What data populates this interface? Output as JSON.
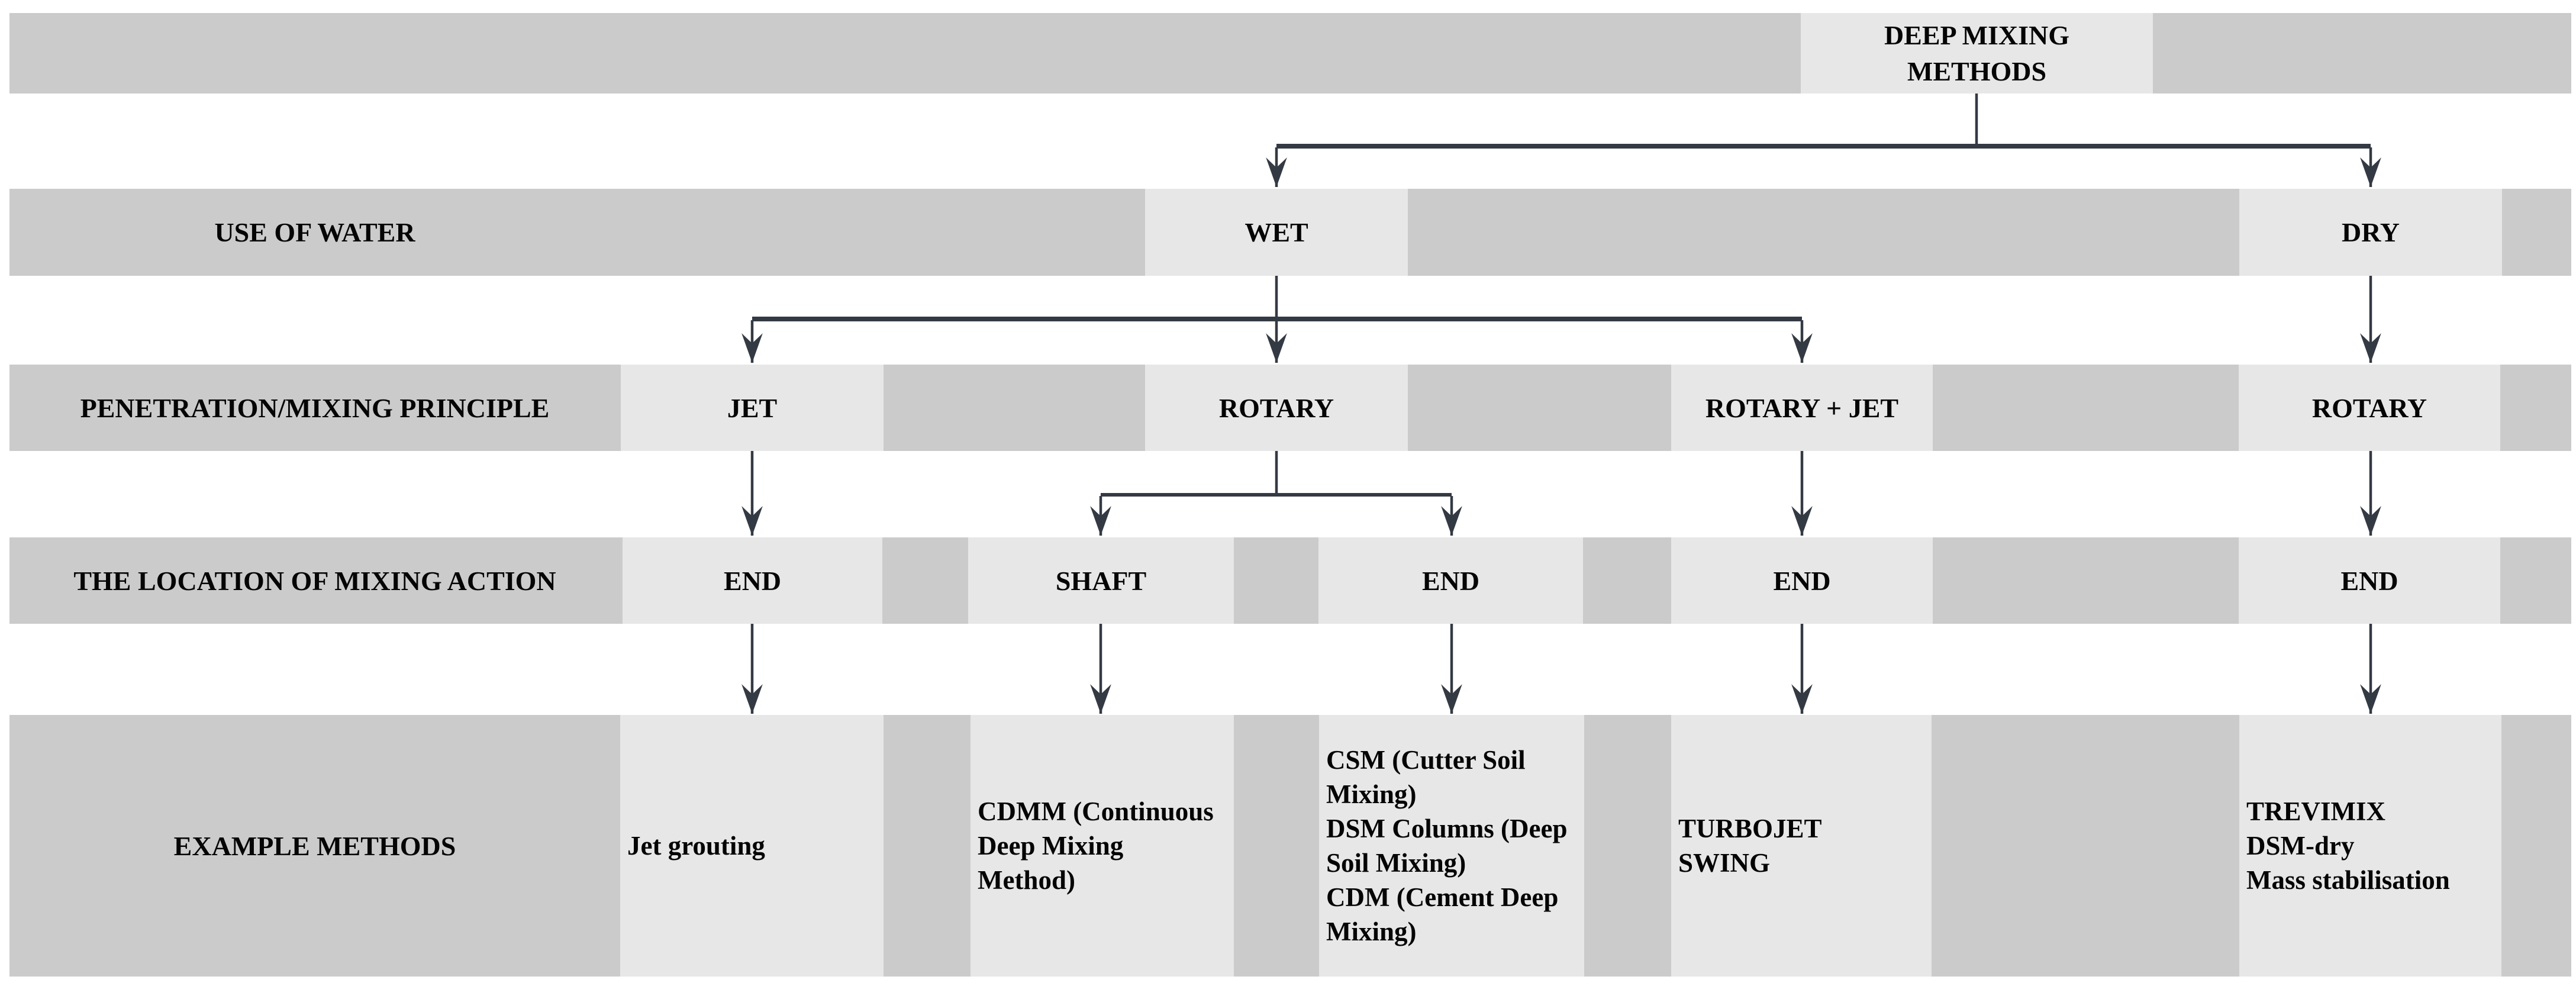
{
  "colors": {
    "band_gray": "#cbcbcb",
    "box_light_gray": "#e7e7e7",
    "arrow_dark": "#343a43",
    "background": "#ffffff",
    "text": "#050505"
  },
  "title": {
    "text": "DEEP MIXING\nMETHODS"
  },
  "row_labels": {
    "use_of_water": "USE OF WATER",
    "principle": "PENETRATION/MIXING PRINCIPLE",
    "location": "THE LOCATION OF MIXING ACTION",
    "examples": "EXAMPLE METHODS"
  },
  "nodes": {
    "wet": "WET",
    "dry": "DRY",
    "jet": "JET",
    "rotary_wet": "ROTARY",
    "rotary_jet": "ROTARY + JET",
    "rotary_dry": "ROTARY",
    "end_jet": "END",
    "shaft": "SHAFT",
    "end_rotary": "END",
    "end_rotary_jet": "END",
    "end_dry": "END"
  },
  "examples": {
    "jet_grouting": "Jet grouting",
    "cdmm": "CDMM (Continuous\nDeep Mixing\nMethod)",
    "csm": "CSM (Cutter Soil\nMixing)\nDSM Columns (Deep\nSoil Mixing)\nCDM (Cement Deep\nMixing)",
    "turbojet": "TURBOJET\nSWING",
    "trevimix": "TREVIMIX\nDSM-dry\nMass stabilisation"
  }
}
